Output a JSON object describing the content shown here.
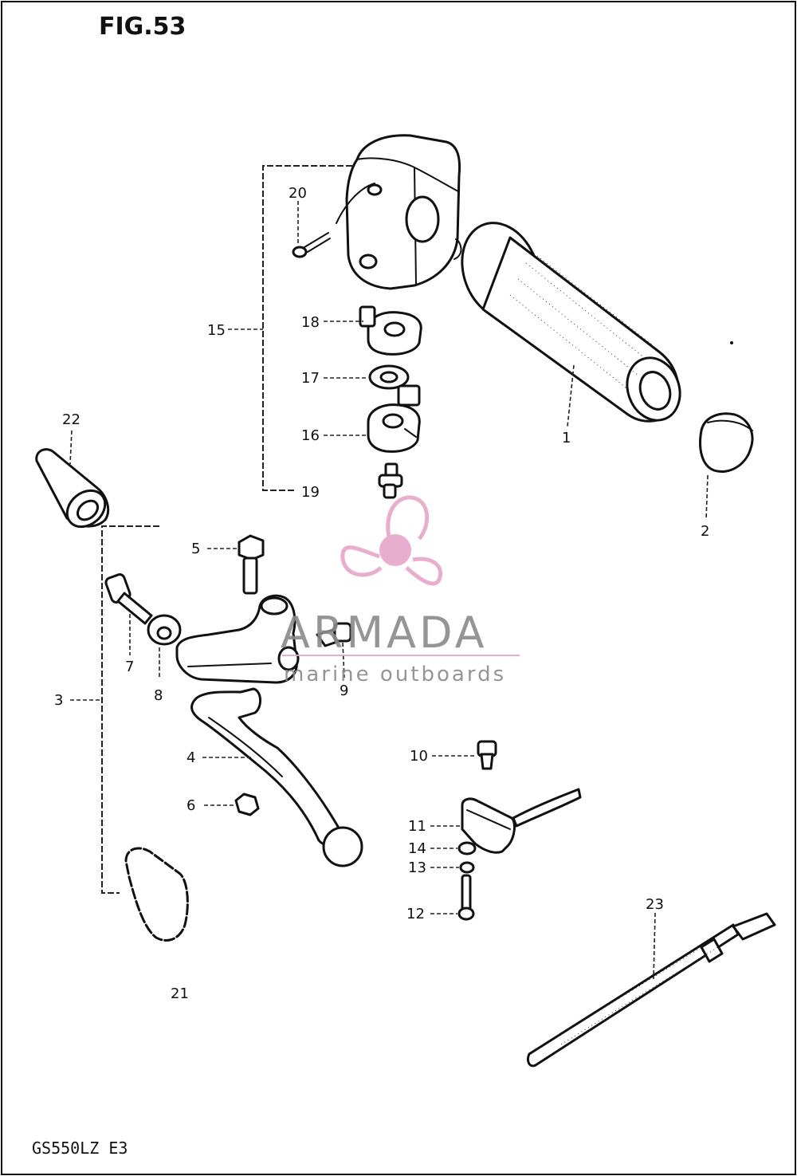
{
  "figure": {
    "title": "FIG.53",
    "model": "GS550LZ E3"
  },
  "watermark": {
    "brand": "ARMADA",
    "tagline": "marine outboards",
    "color": "#e7a6c9"
  },
  "callouts": {
    "1": "1",
    "2": "2",
    "3": "3",
    "4": "4",
    "5": "5",
    "6": "6",
    "7": "7",
    "8": "8",
    "9": "9",
    "10": "10",
    "11": "11",
    "12": "12",
    "13": "13",
    "14": "14",
    "15": "15",
    "16": "16",
    "17": "17",
    "18": "18",
    "19": "19",
    "20": "20",
    "21": "21",
    "22": "22",
    "23": "23"
  }
}
